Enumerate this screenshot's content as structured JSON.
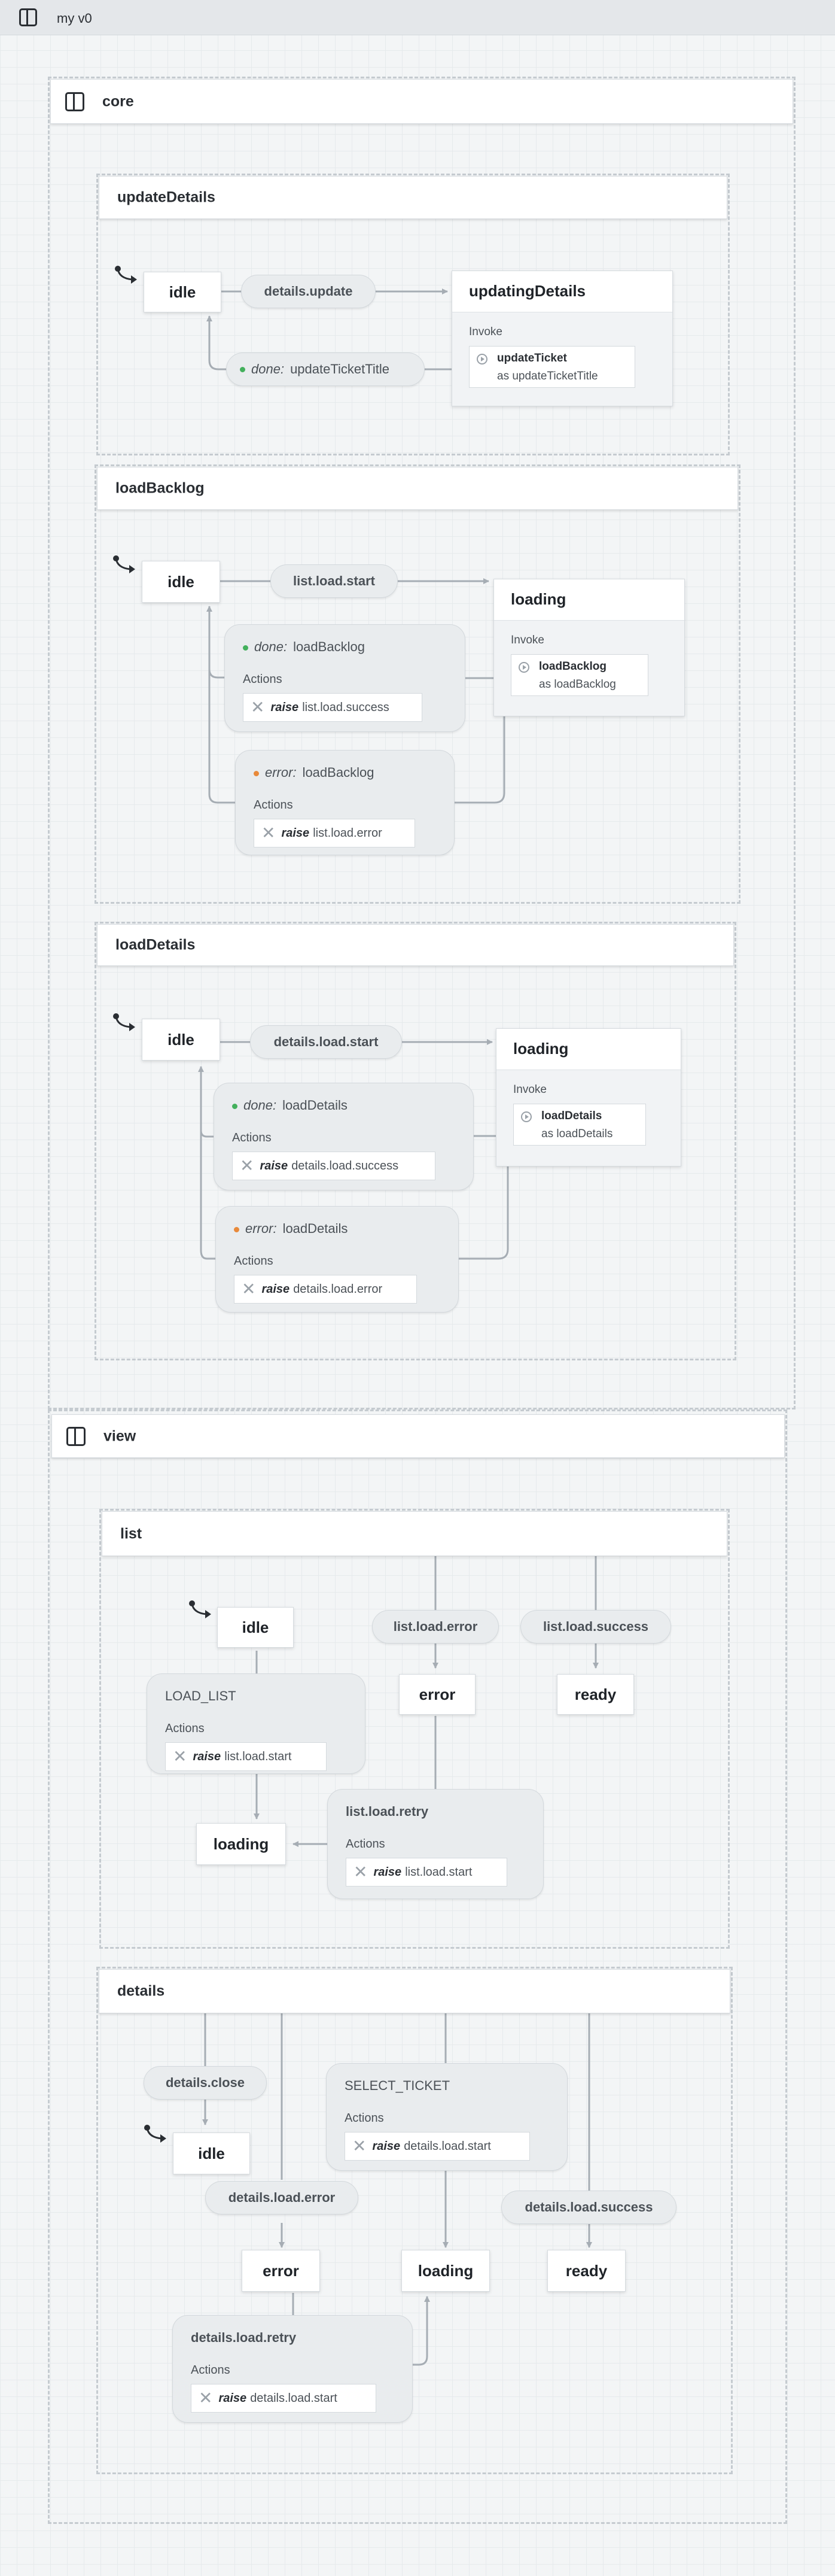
{
  "app": {
    "title": "my v0"
  },
  "machines": {
    "core": {
      "label": "core",
      "updateDetails": {
        "label": "updateDetails",
        "idle": "idle",
        "updating": "updatingDetails",
        "ev_update": "details.update",
        "done_kw": "done:",
        "done_name": "updateTicketTitle",
        "invoke_label": "Invoke",
        "invoke_name": "updateTicket",
        "invoke_as": "as updateTicketTitle"
      },
      "loadBacklog": {
        "label": "loadBacklog",
        "idle": "idle",
        "loading": "loading",
        "ev_start": "list.load.start",
        "done_kw": "done:",
        "done_name": "loadBacklog",
        "error_kw": "error:",
        "error_name": "loadBacklog",
        "actions": "Actions",
        "raise": "raise",
        "done_event": "list.load.success",
        "error_event": "list.load.error",
        "invoke_label": "Invoke",
        "invoke_name": "loadBacklog",
        "invoke_as": "as loadBacklog"
      },
      "loadDetails": {
        "label": "loadDetails",
        "idle": "idle",
        "loading": "loading",
        "ev_start": "details.load.start",
        "done_kw": "done:",
        "done_name": "loadDetails",
        "error_kw": "error:",
        "error_name": "loadDetails",
        "actions": "Actions",
        "raise": "raise",
        "done_event": "details.load.success",
        "error_event": "details.load.error",
        "invoke_label": "Invoke",
        "invoke_name": "loadDetails",
        "invoke_as": "as loadDetails"
      }
    },
    "view": {
      "label": "view",
      "list": {
        "label": "list",
        "idle": "idle",
        "error": "error",
        "ready": "ready",
        "loading": "loading",
        "ev_error": "list.load.error",
        "ev_success": "list.load.success",
        "load_list": "LOAD_LIST",
        "retry": "list.load.retry",
        "actions": "Actions",
        "raise": "raise",
        "raise_start": "list.load.start"
      },
      "details": {
        "label": "details",
        "idle": "idle",
        "error": "error",
        "loading": "loading",
        "ready": "ready",
        "ev_close": "details.close",
        "ev_error": "details.load.error",
        "ev_success": "details.load.success",
        "select_ticket": "SELECT_TICKET",
        "retry": "details.load.retry",
        "actions": "Actions",
        "raise": "raise",
        "raise_start": "details.load.start"
      }
    }
  },
  "colors": {
    "done_dot": "#43b05c",
    "error_dot": "#e8893a",
    "edge": "#a6adb4"
  },
  "icons": {
    "panel": "panel-layout-icon",
    "invoke": "play-circle-icon",
    "action": "x-action-icon",
    "initial": "initial-arrow-icon"
  }
}
